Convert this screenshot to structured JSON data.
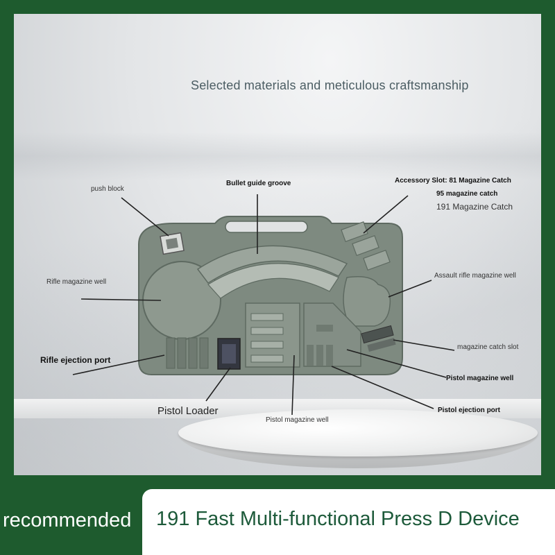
{
  "heading": "Selected materials and meticulous craftsmanship",
  "labels": {
    "push_block": "push block",
    "bullet_guide_groove": "Bullet guide groove",
    "accessory_slot": "Accessory Slot: 81 Magazine Catch",
    "catch_95": "95 magazine catch",
    "catch_191": "191 Magazine Catch",
    "rifle_magazine_well": "Rifle magazine well",
    "assault_rifle_magazine_well": "Assault rifle magazine well",
    "rifle_ejection_port": "Rifle ejection port",
    "magazine_catch_slot": "magazine catch slot",
    "pistol_magazine_well_right": "Pistol magazine well",
    "pistol_loader": "Pistol Loader",
    "pistol_ejection_port": "Pistol ejection port",
    "pistol_magazine_well_bottom": "Pistol magazine well"
  },
  "banner": {
    "prefix": "recommended",
    "title": "191 Fast Multi-functional Press D Device"
  },
  "colors": {
    "frame": "#1e5b2e",
    "device": "#7f8a80",
    "banner_text": "#1d5a3a"
  }
}
